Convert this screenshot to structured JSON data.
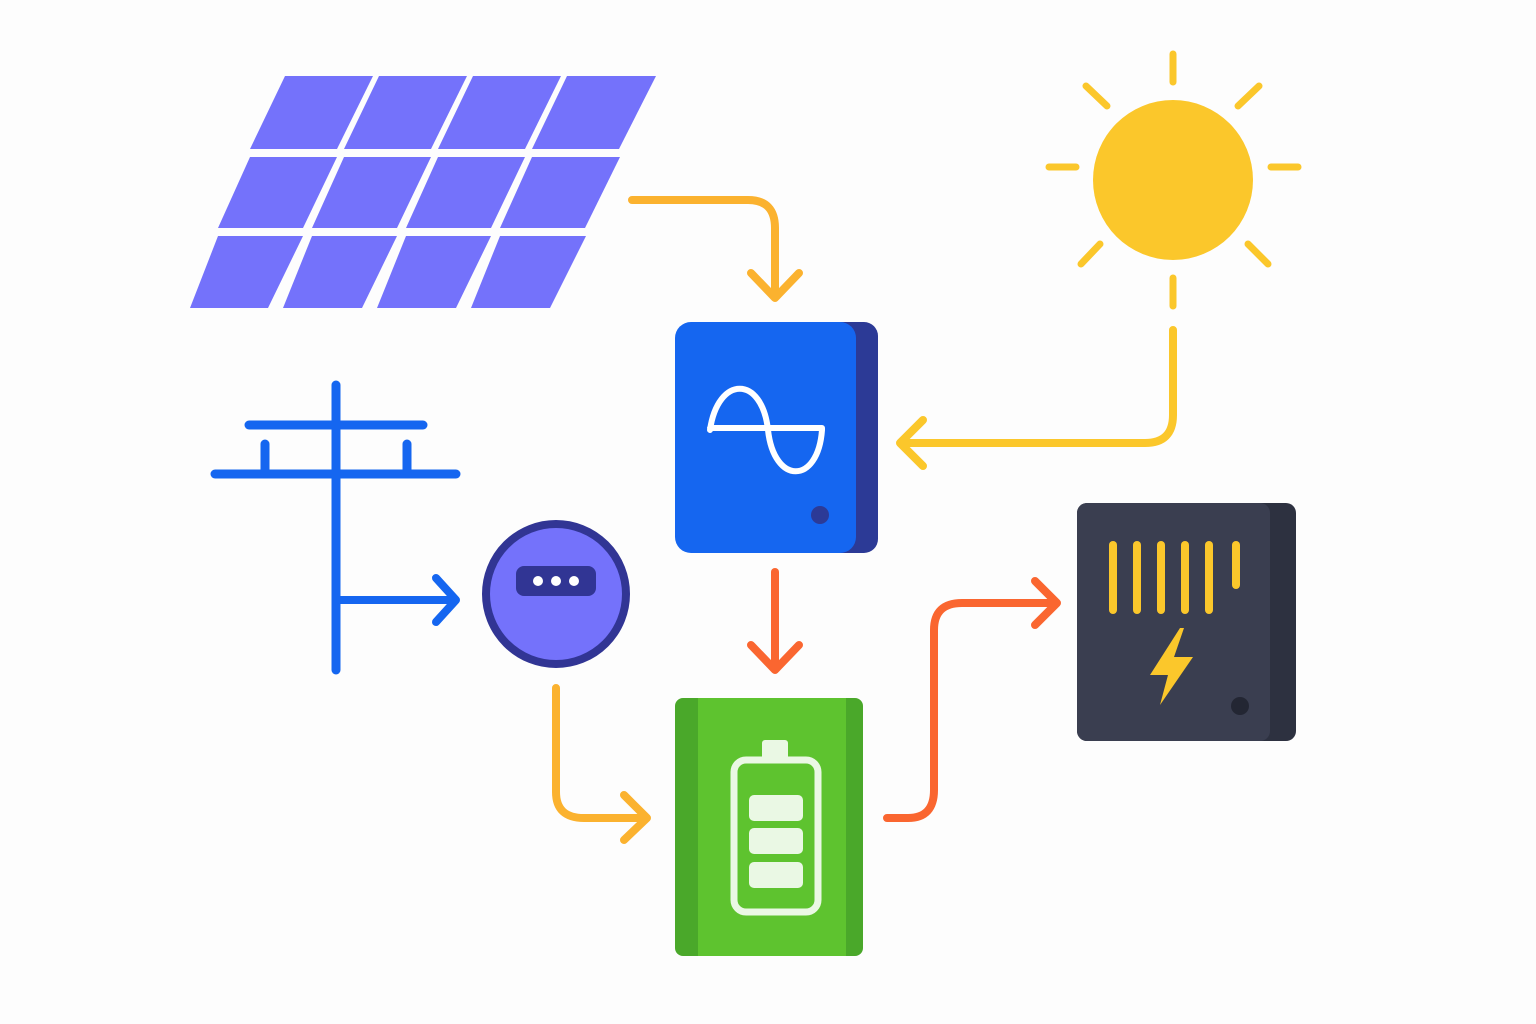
{
  "diagram": {
    "nodes": [
      {
        "id": "solar_panel",
        "icon": "solar-panel-icon",
        "color": "#7472fb"
      },
      {
        "id": "sun",
        "icon": "sun-icon",
        "color": "#fbc72b"
      },
      {
        "id": "inverter",
        "icon": "inverter-sine-wave-icon",
        "color": "#1566f0",
        "shade": "#2c3a96"
      },
      {
        "id": "utility_pole",
        "icon": "utility-pole-icon",
        "color": "#1566f0"
      },
      {
        "id": "meter",
        "icon": "electric-meter-icon",
        "color": "#7472fb",
        "ring": "#313594"
      },
      {
        "id": "battery",
        "icon": "battery-full-icon",
        "color": "#5ec32f",
        "shade": "#4aa82a"
      },
      {
        "id": "load_panel",
        "icon": "electrical-panel-icon",
        "color": "#3a3e50",
        "accent": "#fbc72b"
      }
    ],
    "edges": [
      {
        "from": "solar_panel",
        "to": "inverter",
        "color": "#fbb22f"
      },
      {
        "from": "sun",
        "to": "inverter",
        "color": "#fbc72b"
      },
      {
        "from": "utility_pole",
        "to": "meter",
        "color": "#1566f0"
      },
      {
        "from": "inverter",
        "to": "battery",
        "color": "#fa6630"
      },
      {
        "from": "meter",
        "to": "battery",
        "color": "#fbb22f"
      },
      {
        "from": "battery",
        "to": "load_panel",
        "color": "#fa6630"
      }
    ]
  }
}
